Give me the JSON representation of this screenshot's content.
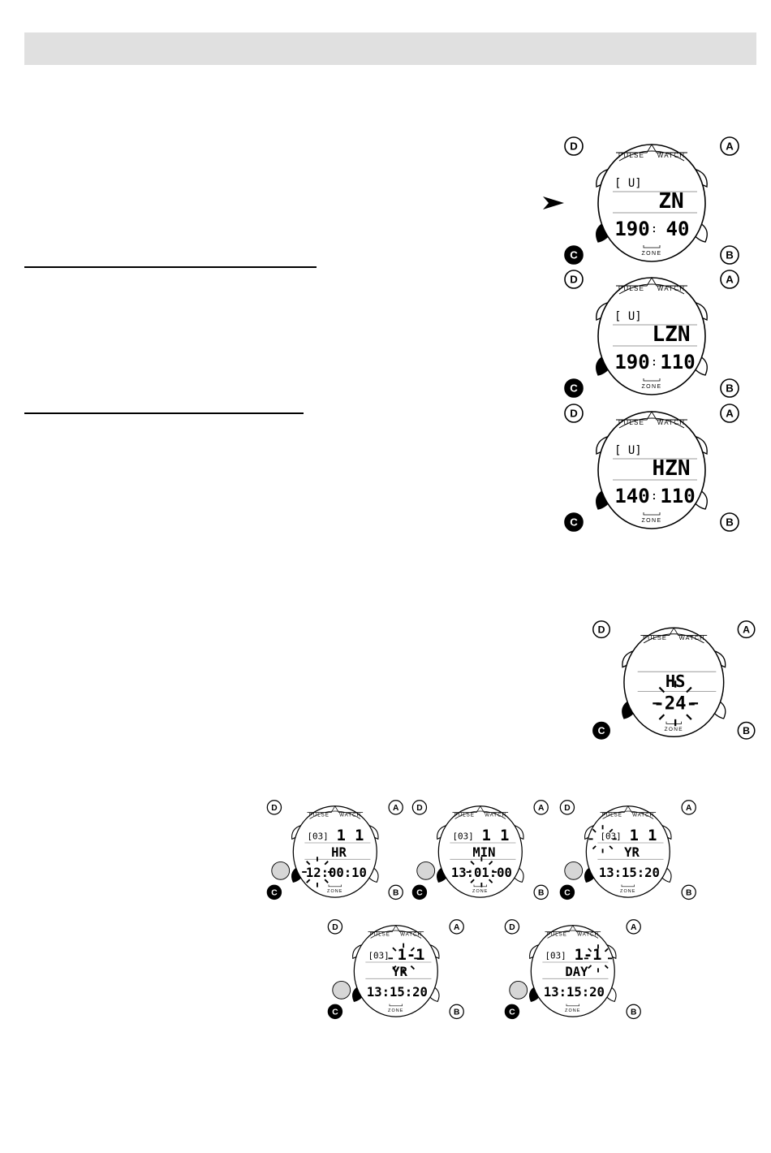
{
  "watch_labels": {
    "top_left": "D",
    "top_right": "A",
    "bottom_left": "C",
    "bottom_right": "B",
    "brand_left": "PULSE",
    "brand_right": "WATCH",
    "zone": "ZONE"
  },
  "zone_watches": [
    {
      "mode_icon": "[ U]",
      "title": "ZN",
      "left": "190",
      "right": "40"
    },
    {
      "mode_icon": "[ U]",
      "title": "LZN",
      "left": "190",
      "right": "110"
    },
    {
      "mode_icon": "[ U]",
      "title": "HZN",
      "left": "140",
      "right": "110"
    }
  ],
  "hours_watch": {
    "title": "HS",
    "value": "-24-"
  },
  "set_watches": [
    {
      "tag": "03",
      "top": "1  1",
      "title": "HR",
      "time": "12:00:10"
    },
    {
      "tag": "03",
      "top": "1  1",
      "title": "MIN",
      "time": "13:01:00"
    },
    {
      "tag": "03",
      "top": "1  1",
      "title": "YR",
      "time": "13:15:20"
    },
    {
      "tag": "03",
      "top": "1-1",
      "title": "YR",
      "time": "13:15:20"
    },
    {
      "tag": "03",
      "top": "1-1",
      "title": "DAY",
      "time": "13:15:20"
    }
  ],
  "colors": {
    "header": "#e0e0e0",
    "lcd_line": "#9a9a9a",
    "pressed_button": "#d6d6d6"
  }
}
